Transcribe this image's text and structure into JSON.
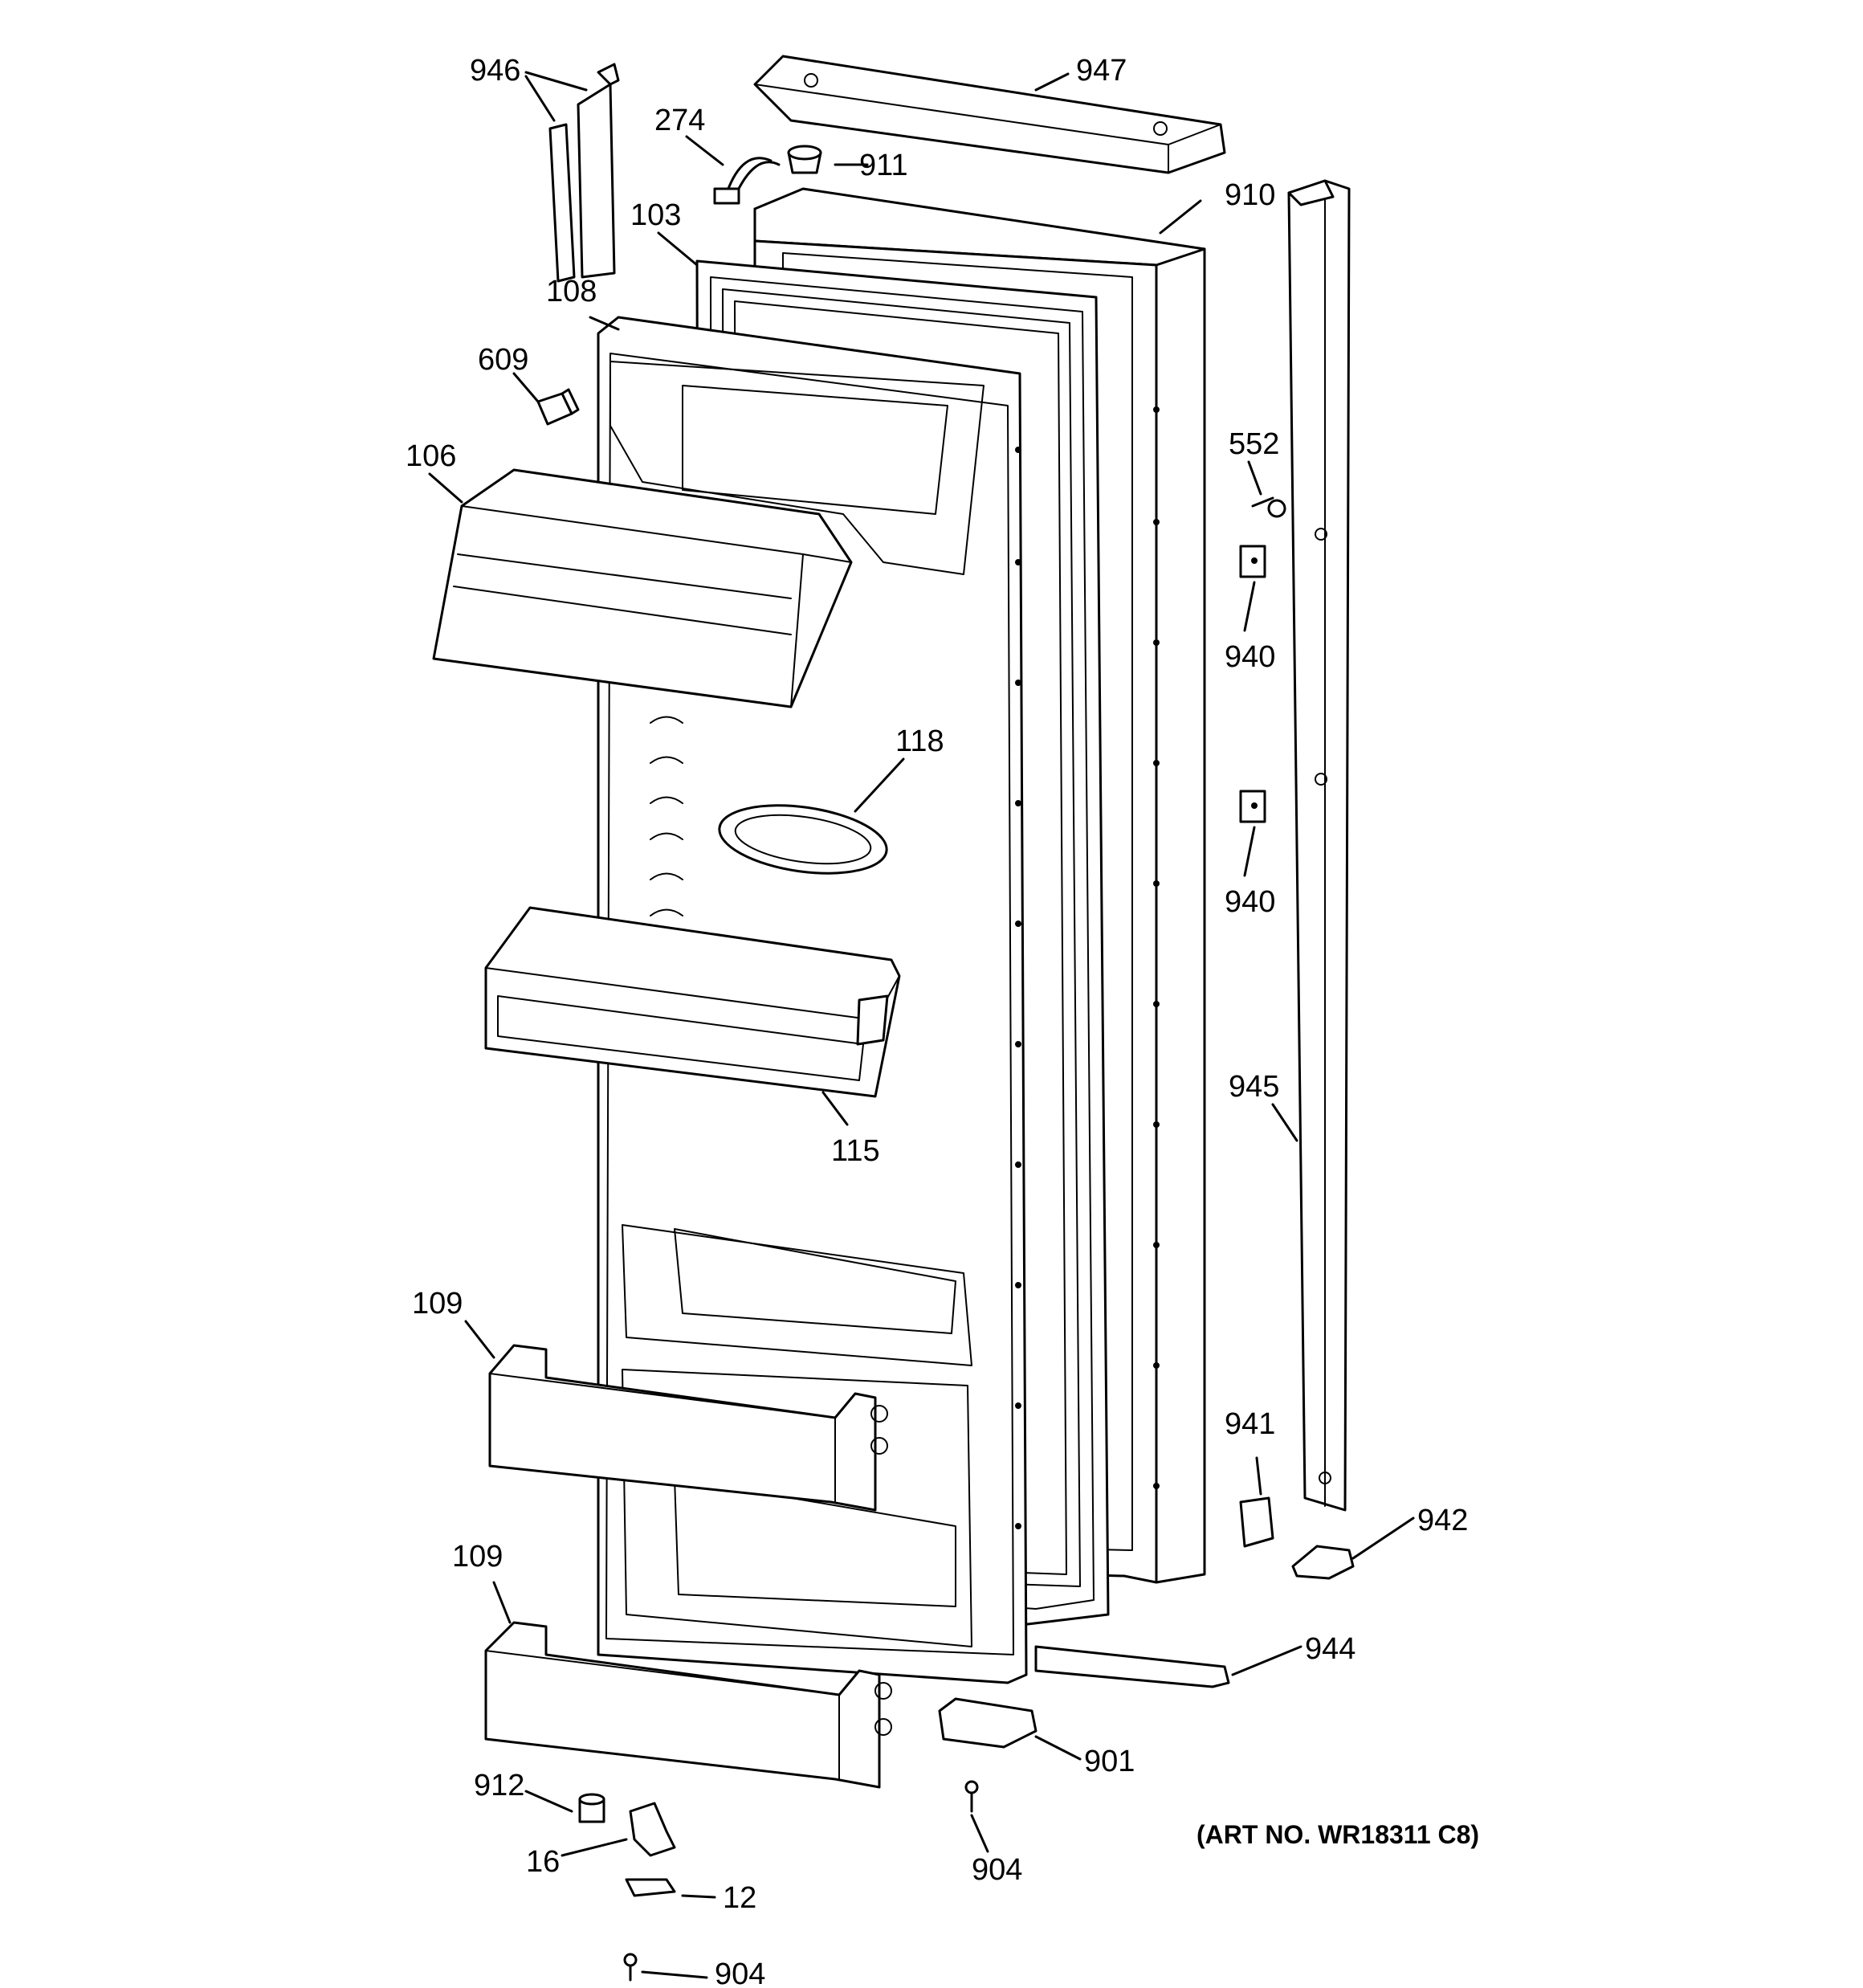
{
  "diagram": {
    "art_number": "(ART NO. WR18311 C8)",
    "callouts": {
      "c946": "946",
      "c947": "947",
      "c274": "274",
      "c911": "911",
      "c910": "910",
      "c103": "103",
      "c108": "108",
      "c609": "609",
      "c106": "106",
      "c552": "552",
      "c940a": "940",
      "c940b": "940",
      "c118": "118",
      "c115": "115",
      "c945": "945",
      "c109a": "109",
      "c941": "941",
      "c942": "942",
      "c109b": "109",
      "c944": "944",
      "c901": "901",
      "c912": "912",
      "c16": "16",
      "c904a": "904",
      "c12": "12",
      "c904b": "904"
    }
  }
}
